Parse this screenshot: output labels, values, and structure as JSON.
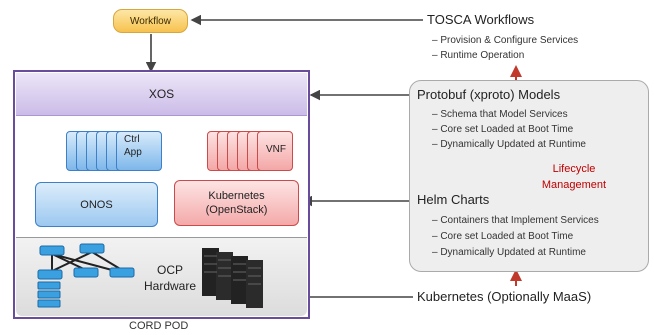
{
  "workflow": "Workflow",
  "xos": "XOS",
  "ctrl_app": "Ctrl App",
  "vnf": "VNF",
  "onos": "ONOS",
  "kubernetes_box": {
    "line1": "Kubernetes",
    "line2": "(OpenStack)"
  },
  "ocp_hardware": "OCP Hardware",
  "cord_pod": "CORD POD",
  "tosca": {
    "title": "TOSCA Workflows",
    "items": [
      "– Provision & Configure Services",
      "– Runtime Operation"
    ]
  },
  "protobuf": {
    "title": "Protobuf (xproto) Models",
    "items": [
      "– Schema that Model Services",
      "– Core set Loaded at Boot Time",
      "– Dynamically Updated at Runtime"
    ]
  },
  "lifecycle": "Lifecycle Management",
  "helm": {
    "title": "Helm Charts",
    "items": [
      "– Containers that Implement Services",
      "– Core set Loaded at Boot Time",
      "– Dynamically Updated at Runtime"
    ]
  },
  "kubernetes_maas": "Kubernetes (Optionally MaaS)",
  "colors": {
    "blue": "#2e75c5",
    "red": "#c0392b",
    "purple": "#6a4c9c",
    "lifecycle": "#c00000"
  }
}
